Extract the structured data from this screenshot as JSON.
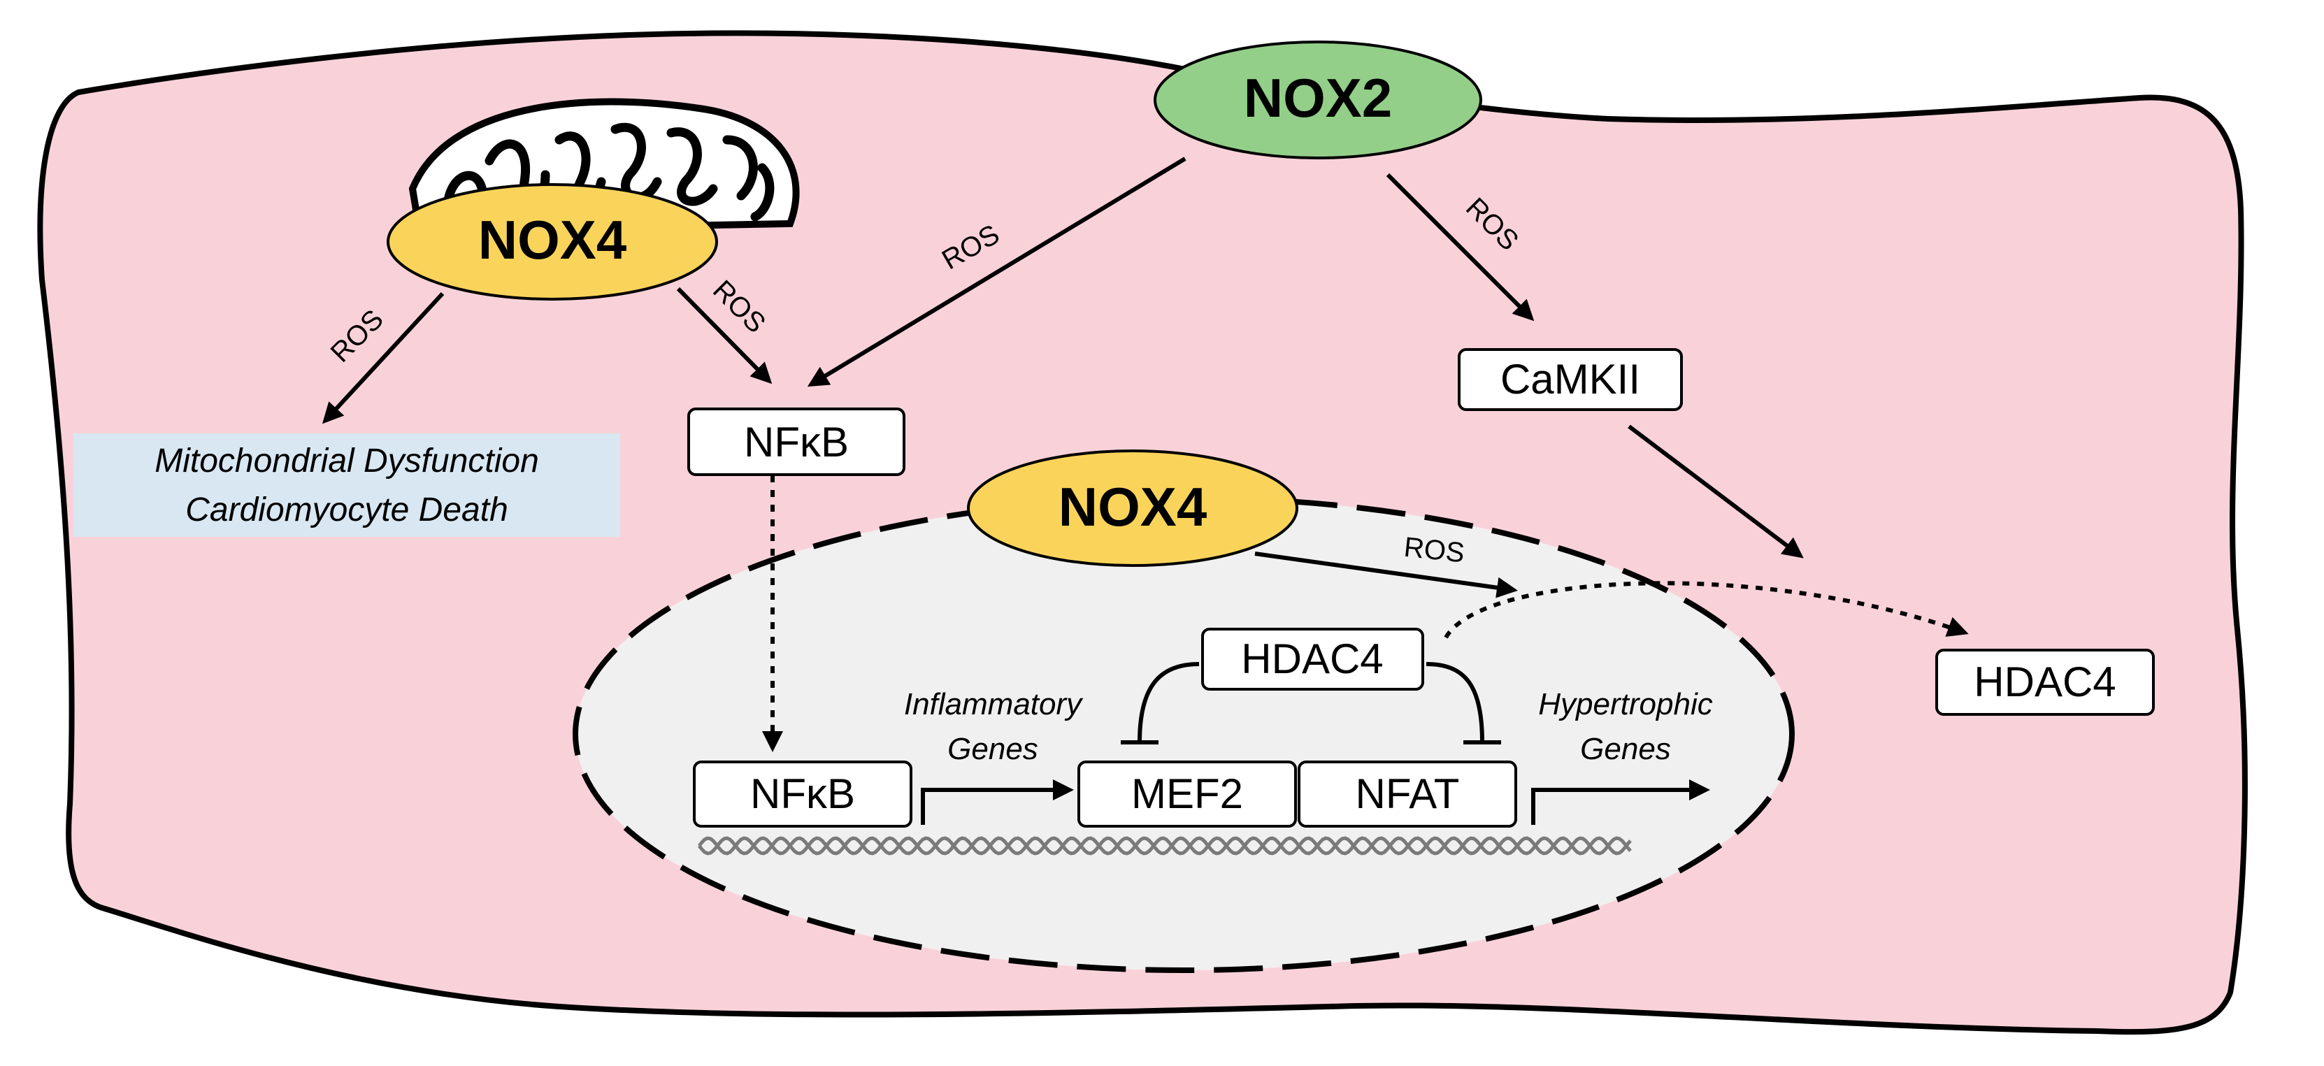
{
  "colors": {
    "cell_fill": "#f9d2d9",
    "nucleus_fill": "#f0f0f0",
    "nox4_fill": "#fad45a",
    "nox2_fill": "#93cf89",
    "outcome_fill": "#d8e7f2"
  },
  "nodes": {
    "nox2": "NOX2",
    "nox4_mito": "NOX4",
    "nox4_nuclear": "NOX4",
    "nfkb_cyto": "NFκB",
    "nfkb_nuclear": "NFκB",
    "camkii": "CaMKII",
    "hdac4_nuclear": "HDAC4",
    "hdac4_cyto": "HDAC4",
    "mef2": "MEF2",
    "nfat": "NFAT"
  },
  "outcome": {
    "line1": "Mitochondrial Dysfunction",
    "line2": "Cardiomyocyte Death"
  },
  "edge_labels": {
    "ros_nox4_mito": "ROS",
    "ros_nox4_nfkb": "ROS",
    "ros_nox2_nfkb": "ROS",
    "ros_nox2_camkii": "ROS",
    "ros_nox4_nuclear": "ROS"
  },
  "gene_labels": {
    "inflammatory_1": "Inflammatory",
    "inflammatory_2": "Genes",
    "hypertrophic_1": "Hypertrophic",
    "hypertrophic_2": "Genes"
  }
}
